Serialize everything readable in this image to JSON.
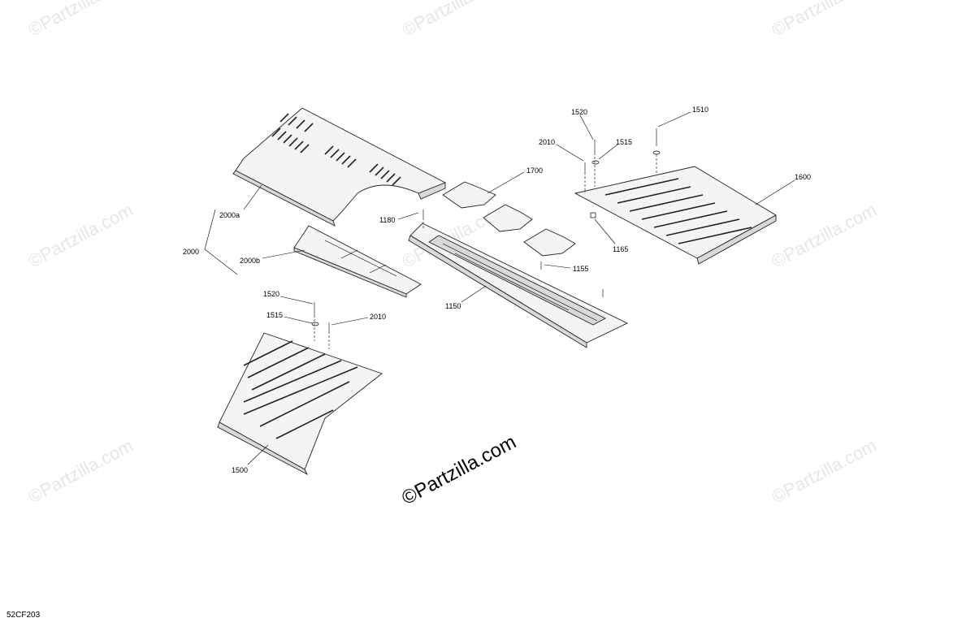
{
  "watermark": {
    "text": "©Partzilla.com",
    "main_text": "©Partzilla.com"
  },
  "diagram_code": "52CF203",
  "callouts": {
    "c2000": "2000",
    "c2000a": "2000a",
    "c2000b": "2000b",
    "c1180": "1180",
    "c1700": "1700",
    "c1150": "1150",
    "c1155": "1155",
    "c1520_top": "1520",
    "c1510": "1510",
    "c2010_top": "2010",
    "c1515_top": "1515",
    "c1600": "1600",
    "c1165": "1165",
    "c1520_bottom": "1520",
    "c1515_bottom": "1515",
    "c2010_bottom": "2010",
    "c1500": "1500"
  }
}
